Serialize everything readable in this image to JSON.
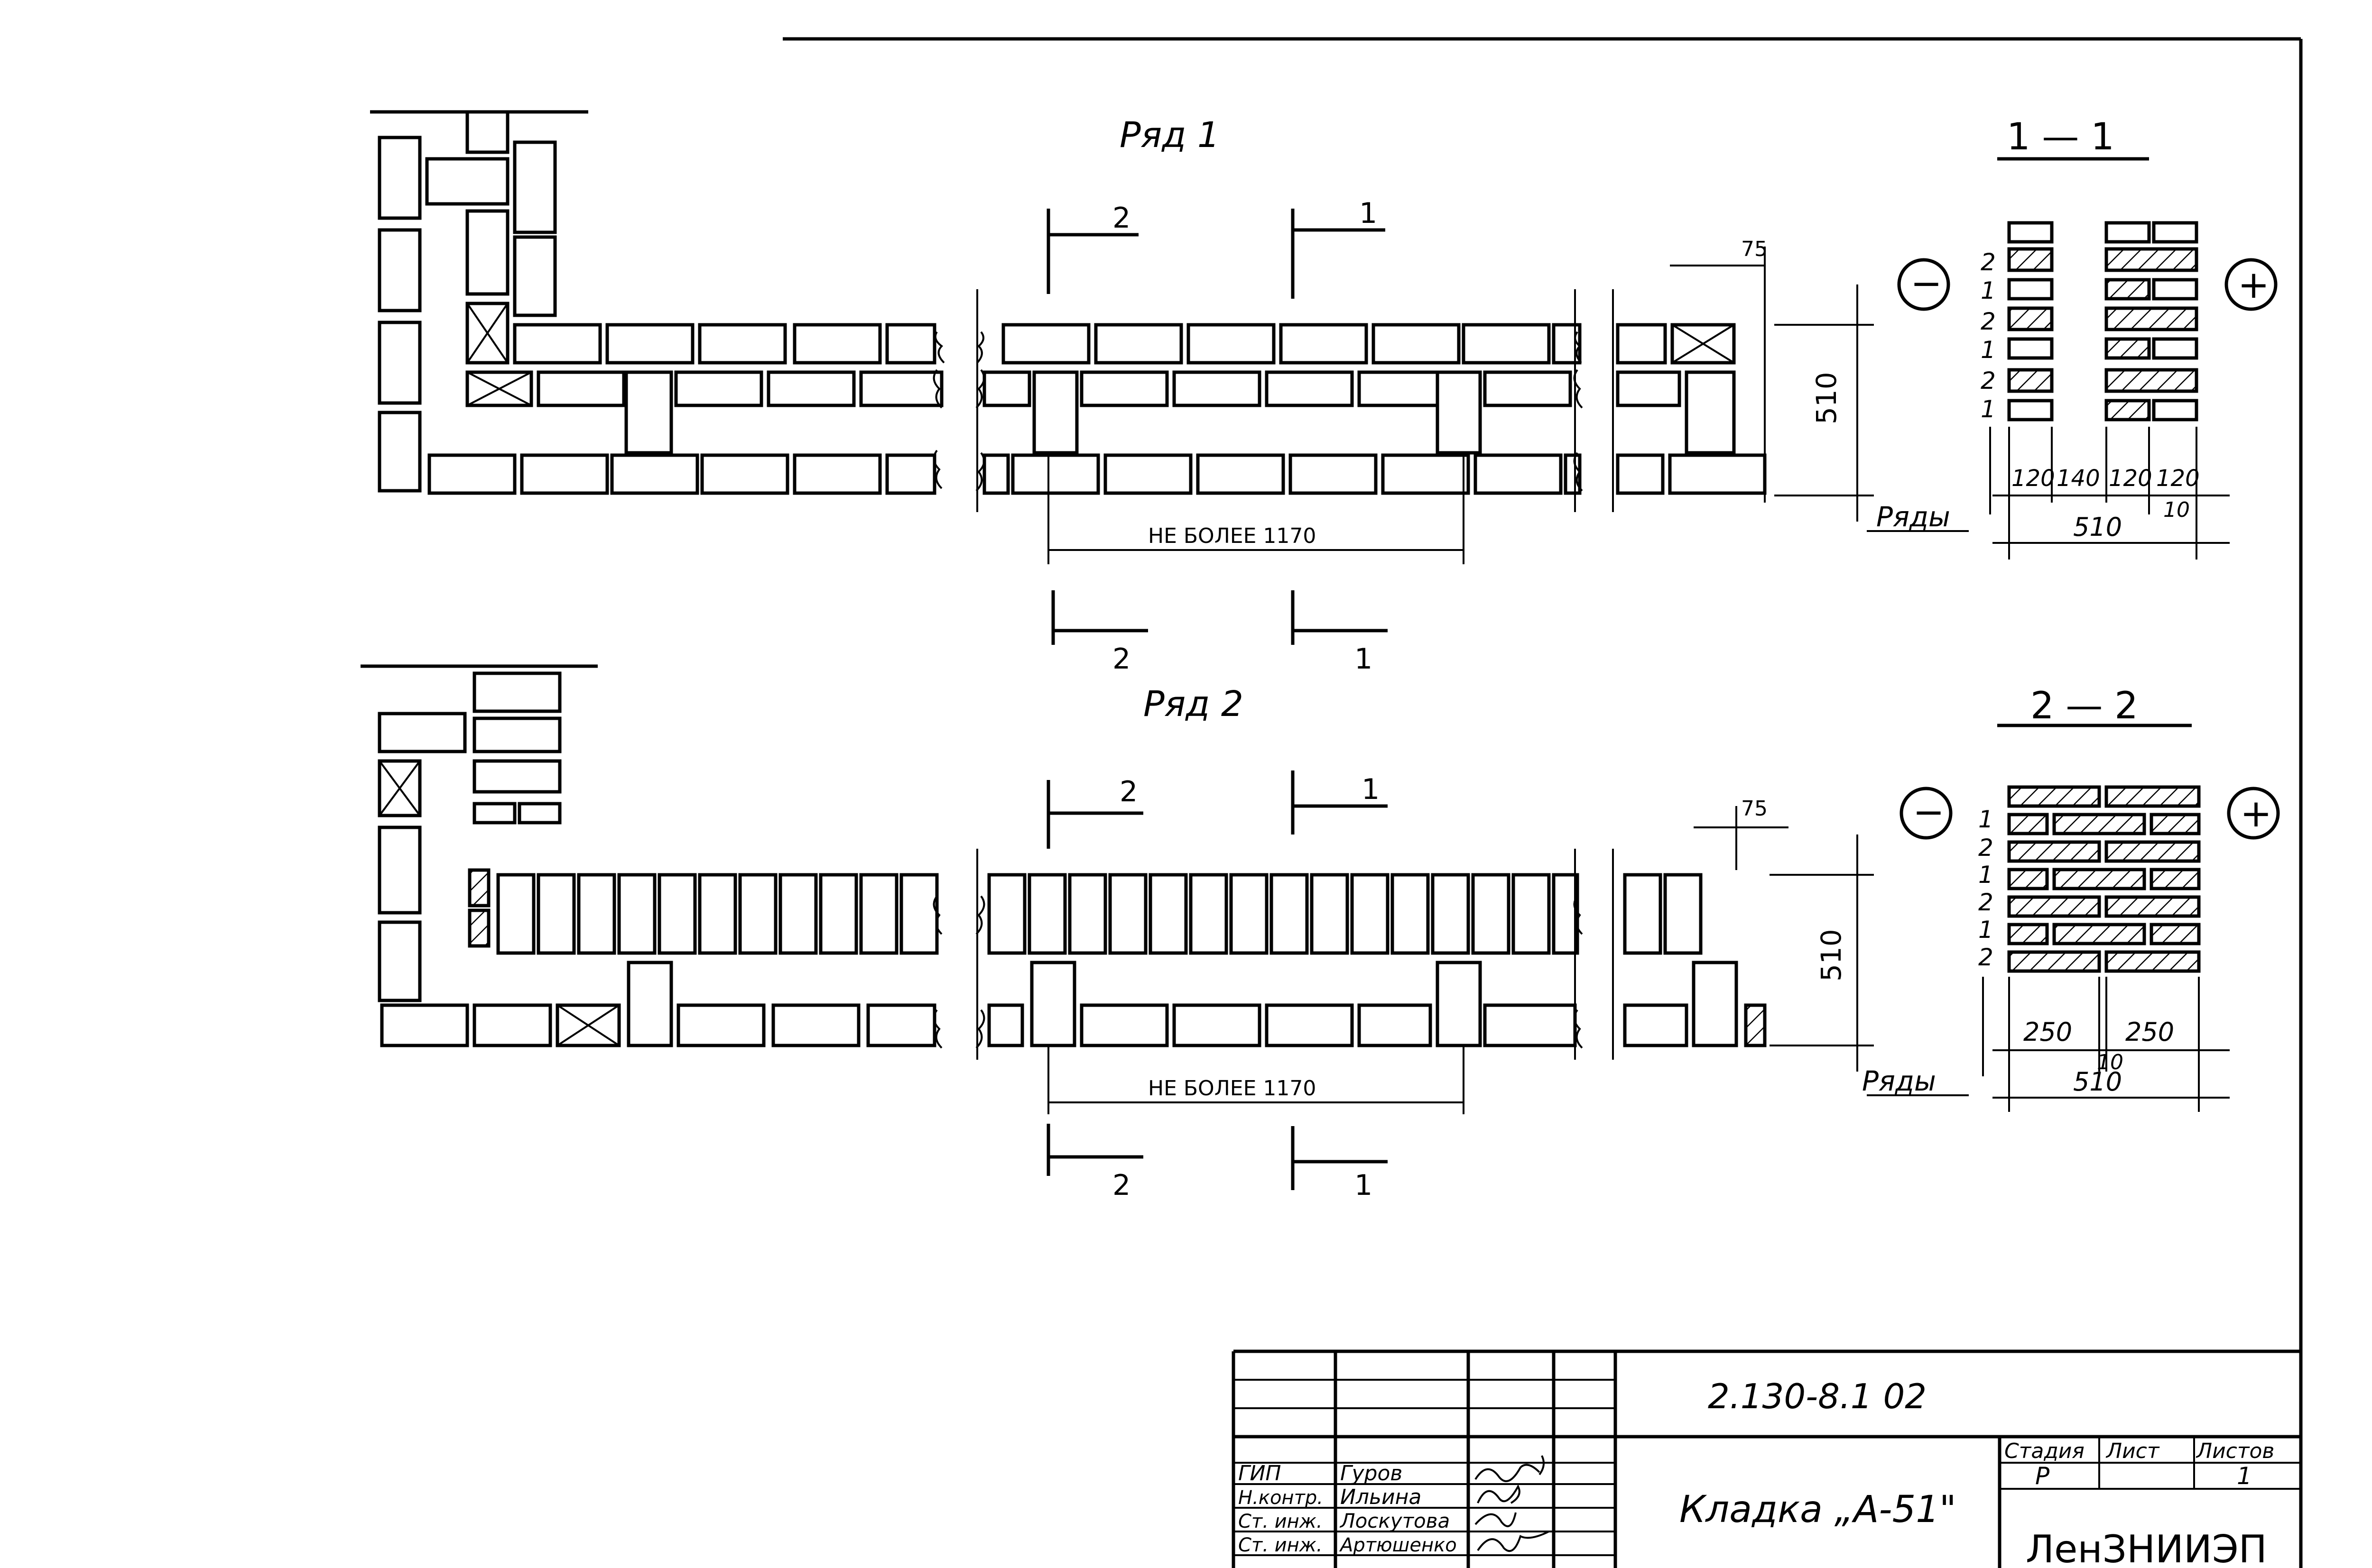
{
  "plans": {
    "row1": {
      "title": "Ряд 1",
      "cut_marks": [
        "2",
        "1",
        "2",
        "1"
      ],
      "dim_top": "75",
      "dim_height": "510",
      "note": "НЕ БОЛЕЕ 1170",
      "rows_label": "Ряды"
    },
    "row2": {
      "title": "Ряд 2",
      "cut_marks": [
        "2",
        "1",
        "2",
        "1"
      ],
      "dim_top": "75",
      "dim_height": "510",
      "note": "НЕ БОЛЕЕ 1170",
      "rows_label": "Ряды"
    }
  },
  "sections": {
    "s1": {
      "title": "1 — 1",
      "minus": "−",
      "plus": "+",
      "row_numbers": [
        "2",
        "1",
        "2",
        "1",
        "2",
        "1"
      ],
      "dims": [
        "120",
        "140",
        "120",
        "120"
      ],
      "gap": "10",
      "total": "510"
    },
    "s2": {
      "title": "2 — 2",
      "minus": "−",
      "plus": "+",
      "row_numbers": [
        "1",
        "2",
        "1",
        "2",
        "1",
        "2"
      ],
      "dims": [
        "250",
        "250"
      ],
      "gap": "10",
      "total": "510"
    }
  },
  "title_block": {
    "doc_code": "2.130-8.1   02",
    "drawing_title": "Кладка „А-51\"",
    "organization": "ЛенЗНИИЭП",
    "stage_header": "Стадия",
    "sheet_header": "Лист",
    "sheets_header": "Листов",
    "stage_value": "Р",
    "sheets_value": "1",
    "signatures": [
      {
        "role": "ГИП",
        "name": "Гуров"
      },
      {
        "role": "Н.контр.",
        "name": "Ильина"
      },
      {
        "role": "Ст. инж.",
        "name": "Лоскутова"
      },
      {
        "role": "Ст. инж.",
        "name": "Артюшенко"
      }
    ]
  }
}
